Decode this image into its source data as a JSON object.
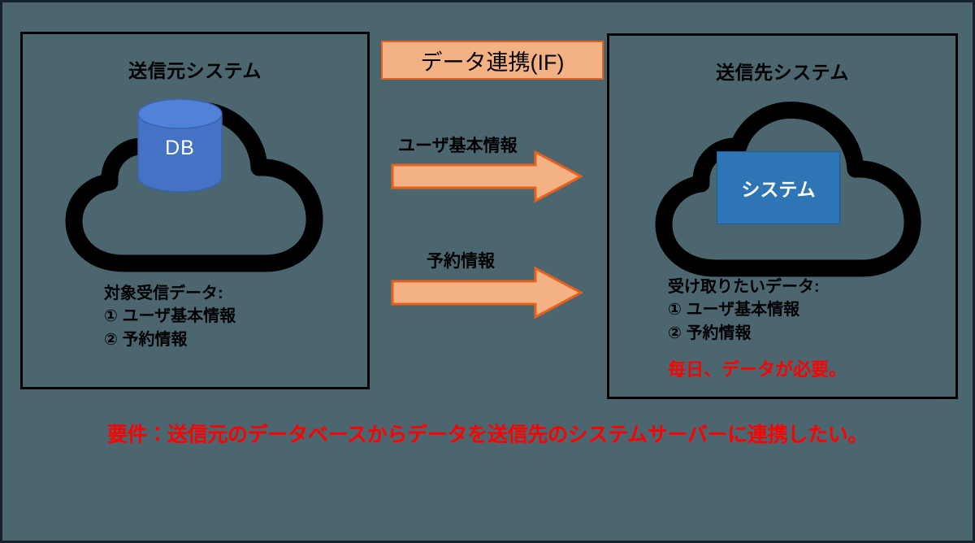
{
  "diagram": {
    "background_color": "#4c6670",
    "accent_color": "#f4b183",
    "accent_border_color": "#e8611c",
    "alert_color": "#ff0000",
    "db_color": "#4472c4",
    "system_color": "#2e75b6"
  },
  "source": {
    "title": "送信元システム",
    "cloud_icon": "cloud-icon",
    "db_icon": "database-cylinder-icon",
    "db_label": "DB",
    "details": [
      "対象受信データ:",
      "① ユーザ基本情報",
      "② 予約情報"
    ]
  },
  "interface": {
    "chip_label": "データ連携(IF)",
    "flows": [
      {
        "label": "ユーザ基本情報",
        "icon": "right-arrow-icon"
      },
      {
        "label": "予約情報",
        "icon": "right-arrow-icon"
      }
    ]
  },
  "target": {
    "title": "送信先システム",
    "cloud_icon": "cloud-icon",
    "system_label": "システム",
    "details": [
      "受け取りたいデータ:",
      "① ユーザ基本情報",
      "② 予約情報"
    ],
    "note": "毎日、データが必要。"
  },
  "footer": {
    "requirement": "要件：送信元のデータベースからデータを送信先のシステムサーバーに連携したい。"
  }
}
